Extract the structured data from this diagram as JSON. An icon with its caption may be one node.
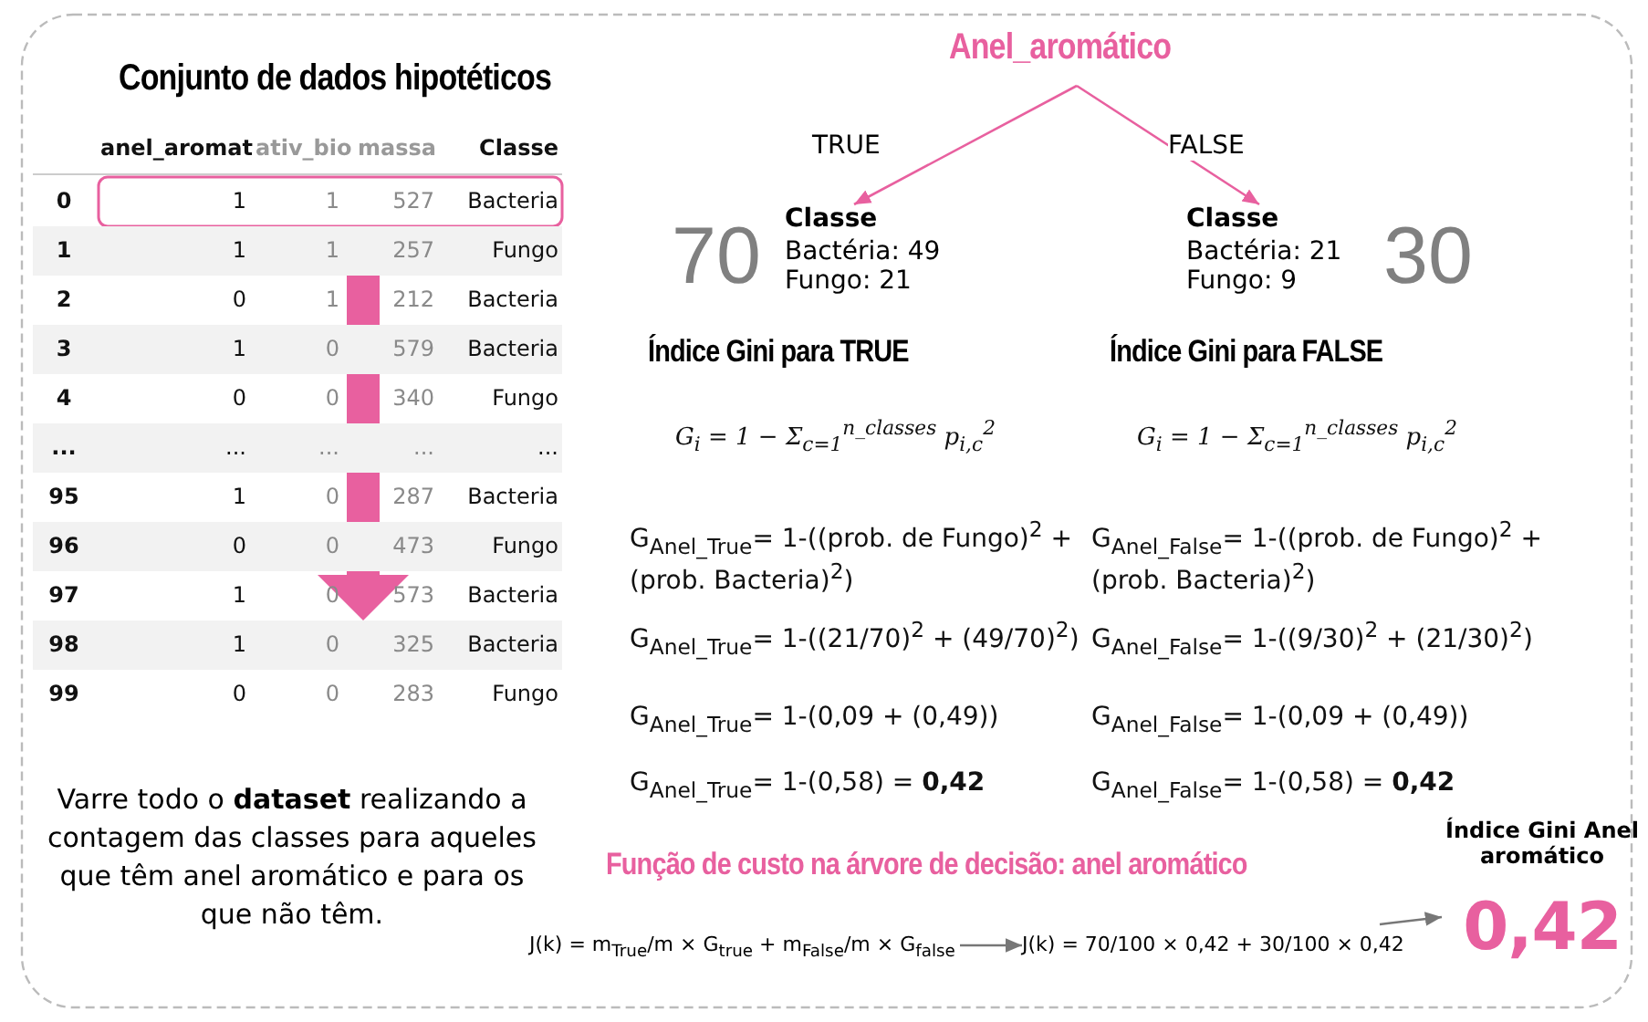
{
  "diagram": {
    "nodes": [
      {
        "text": [
          "Anel_aromático"
        ]
      },
      {
        "text": [
          "Classe",
          "Bactéria:  49 Fungo: 21"
        ],
        "beside": [
          "70"
        ]
      },
      {
        "text": [
          "Classe",
          "Bactéria: 21 Fungo: 9"
        ],
        "beside": [
          "30"
        ]
      },
      {
        "text": [
          "J(k) = m$_{True}$/m × G$_{true}$ + m$_{False}$/m × G$_{false}$"
        ]
      },
      {
        "text": [
          "J(k) = 70/100 × 0,42 + 30/100 × 0,42"
        ]
      },
      {
        "text": [
          "Índice Gini Anel aromático",
          "0,42"
        ]
      }
    ],
    "edges": [
      {
        "from": 0,
        "to": 1,
        "arrow": "to",
        "label": "TRUE",
        "color": "#e8609f"
      },
      {
        "from": 0,
        "to": 2,
        "arrow": "to",
        "label": "FALSE",
        "color": "#e8609f"
      },
      {
        "from": 3,
        "to": 4,
        "arrow": "to",
        "color": "#777777"
      },
      {
        "from": 4,
        "to": 5,
        "arrow": "to",
        "color": "#777777"
      }
    ],
    "labels": [
      "Conjunto de dados hipotéticos",
      "anel_aromat",
      "ativ_bio",
      "massa",
      "Classe",
      "0",
      "1",
      "1",
      "527",
      "Bacteria",
      "1",
      "1",
      "1",
      "257",
      "Fungo",
      "2",
      "0",
      "1",
      "212",
      "Bacteria",
      "3",
      "1",
      "0",
      "579",
      "Bacteria",
      "4",
      "0",
      "0",
      "340",
      "Fungo",
      "...",
      "...",
      "...",
      "...",
      "...",
      "95",
      "1",
      "0",
      "287",
      "Bacteria",
      "96",
      "0",
      "0",
      "473",
      "Fungo",
      "97",
      "1",
      "0",
      "573",
      "Bacteria",
      "98",
      "1",
      "0",
      "325",
      "Bacteria",
      "99",
      "0",
      "0",
      "283",
      "Fungo",
      "Índice Gini para TRUE",
      "G$_{i}$ = 1 − Σ$_{c=1}$$^{n_classes}$ p$_{i,c}$$^{2}$",
      "G$_{Anel_True}$= 1-((prob. de Fungo)$^{2}$ + (prob. Bacteria)$^{2}$)",
      "G$_{Anel_True}$= 1-((21/70)$^{2}$ + (49/70)$^{2}$)",
      "G$_{Anel_True}$= 1-(0,09 + (0,49))",
      "G$_{Anel_True}$= 1-(0,58) = **0,42**",
      "Índice Gini para FALSE",
      "G$_{i}$ = 1 − Σ$_{c=1}$$^{n_classes}$ p$_{i,c}$$^{2}$",
      "G$_{Anel_False}$= 1-((prob. de Fungo)$^{2}$ + (prob. Bacteria)$^{2}$)",
      "G$_{Anel_False}$= 1-((9/30)$^{2}$ + (21/30)$^{2}$)",
      "G$_{Anel_False}$= 1-(0,09 + (0,49))",
      "G$_{Anel_False}$= 1-(0,58) = **0,42**",
      "Varre todo o **dataset** realizando a contagem das classes para aqueles que têm anel aromático e para os que não têm.",
      "Função de custo na árvore de decisão: anel aromático"
    ]
  }
}
